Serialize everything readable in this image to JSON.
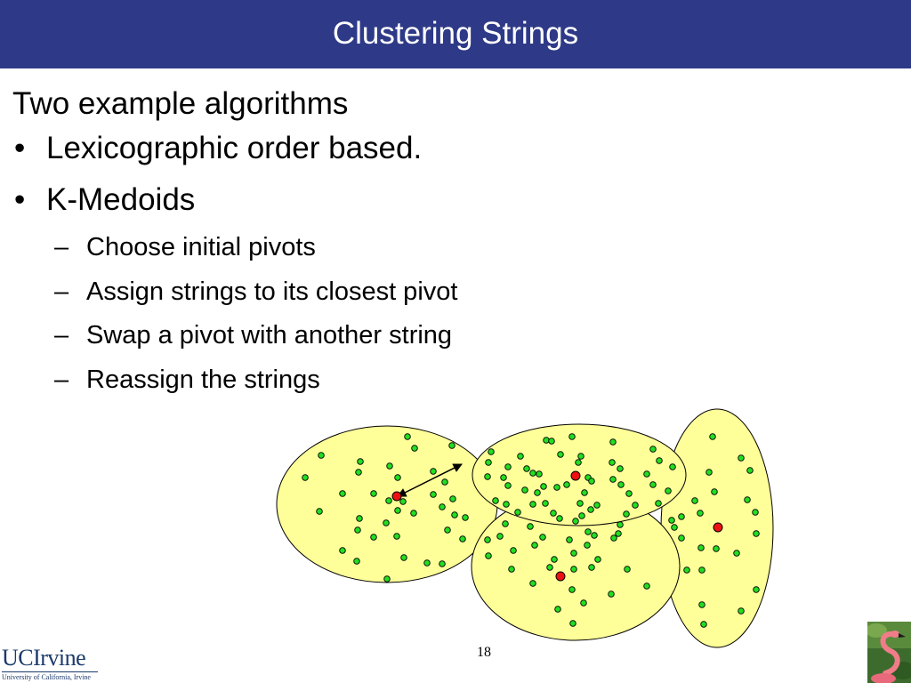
{
  "slide": {
    "title": "Clustering Strings",
    "heading": "Two example algorithms",
    "bullets": [
      {
        "text": "Lexicographic order based."
      },
      {
        "text": "K-Medoids",
        "subbullets": [
          "Choose initial pivots",
          "Assign strings to its closest pivot",
          "Swap a pivot with another string",
          "Reassign the strings"
        ]
      }
    ],
    "bullet_symbol": "•",
    "sub_bullet_symbol": "–",
    "page_number": "18"
  },
  "logo": {
    "main": "UCIrvine",
    "sub": "University of California, Irvine"
  },
  "colors": {
    "title_bar": "#2e3a87",
    "cluster_fill": "#ffff99",
    "point_fill": "#22dd22",
    "pivot_fill": "#ee1111"
  },
  "diagram": {
    "clusters": 4,
    "pivots_per_cluster": 1
  }
}
